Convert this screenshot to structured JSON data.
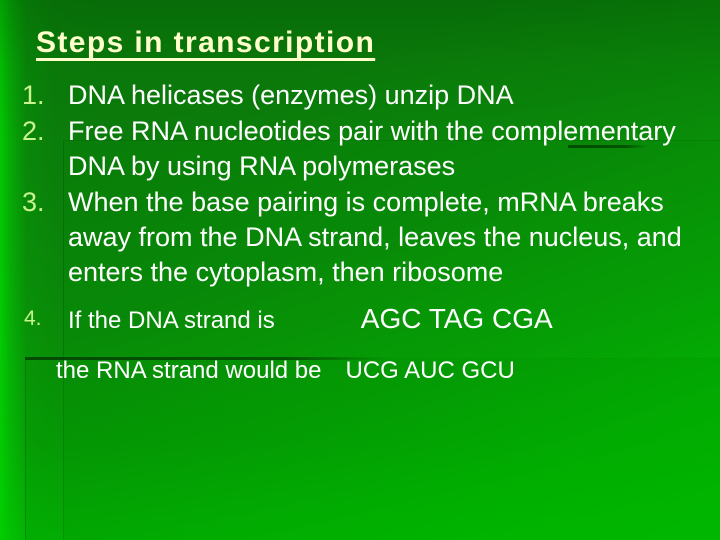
{
  "slide": {
    "title": "Steps in transcription",
    "background_color_top": "#0b7c0b",
    "background_color_bottom": "#02c402",
    "title_color": "#FFFFCC",
    "marker_color": "#C8F58C",
    "body_color": "#FFFFFF"
  },
  "steps": [
    {
      "marker": "1.",
      "text": "DNA helicases (enzymes) unzip DNA"
    },
    {
      "marker": "2.",
      "text": "Free RNA nucleotides pair with the complementary DNA by using RNA polymerases"
    },
    {
      "marker": "3.",
      "text": "When the base pairing is complete, mRNA breaks away from the DNA strand, leaves the nucleus, and enters the cytoplasm, then ribosome"
    }
  ],
  "example": {
    "marker": "4.",
    "dna_label": "If the DNA strand is",
    "dna_sequence": "AGC TAG CGA",
    "rna_label": "the RNA strand would be",
    "rna_sequence": "UCG AUC GCU"
  }
}
